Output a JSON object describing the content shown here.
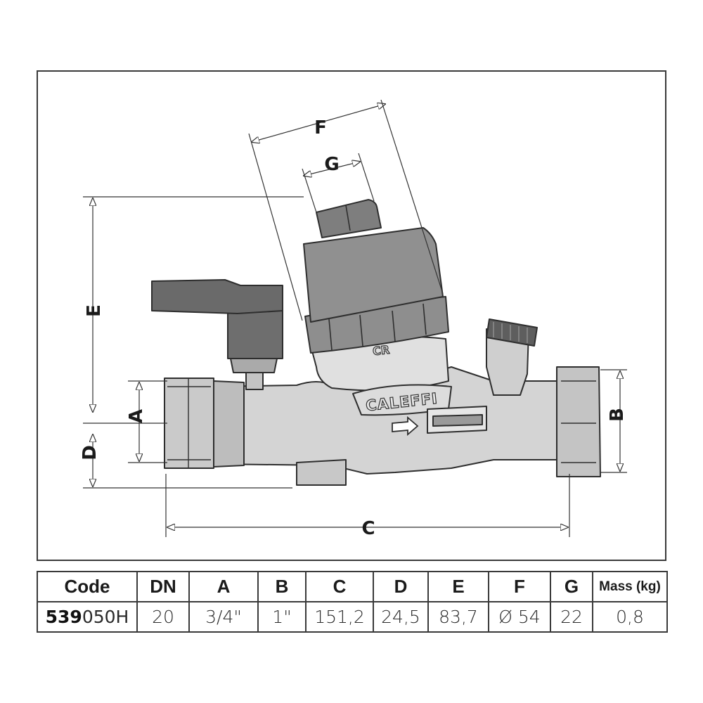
{
  "drawing": {
    "brand": "CALEFFI",
    "logo": "CR",
    "dimension_labels": {
      "F": "F",
      "G": "G",
      "E": "E",
      "A": "A",
      "D": "D",
      "B": "B",
      "C": "C"
    },
    "colors": {
      "body_metal": "#d4d4d4",
      "dark_cap": "#8e8e8e",
      "handle": "#6e6e6e",
      "outline": "#2e2e2e",
      "dim_line": "#333333"
    },
    "icons": [
      "flow-arrow-icon"
    ]
  },
  "table": {
    "headers": [
      "Code",
      "DN",
      "A",
      "B",
      "C",
      "D",
      "E",
      "F",
      "G",
      "Mass (kg)"
    ],
    "rows": [
      {
        "code_prefix": "539",
        "code_suffix": "050H",
        "DN": "20",
        "A": "3/4\"",
        "B": "1\"",
        "C": "151,2",
        "D": "24,5",
        "E": "83,7",
        "F": "Ø 54",
        "G": "22",
        "mass": "0,8"
      }
    ]
  }
}
